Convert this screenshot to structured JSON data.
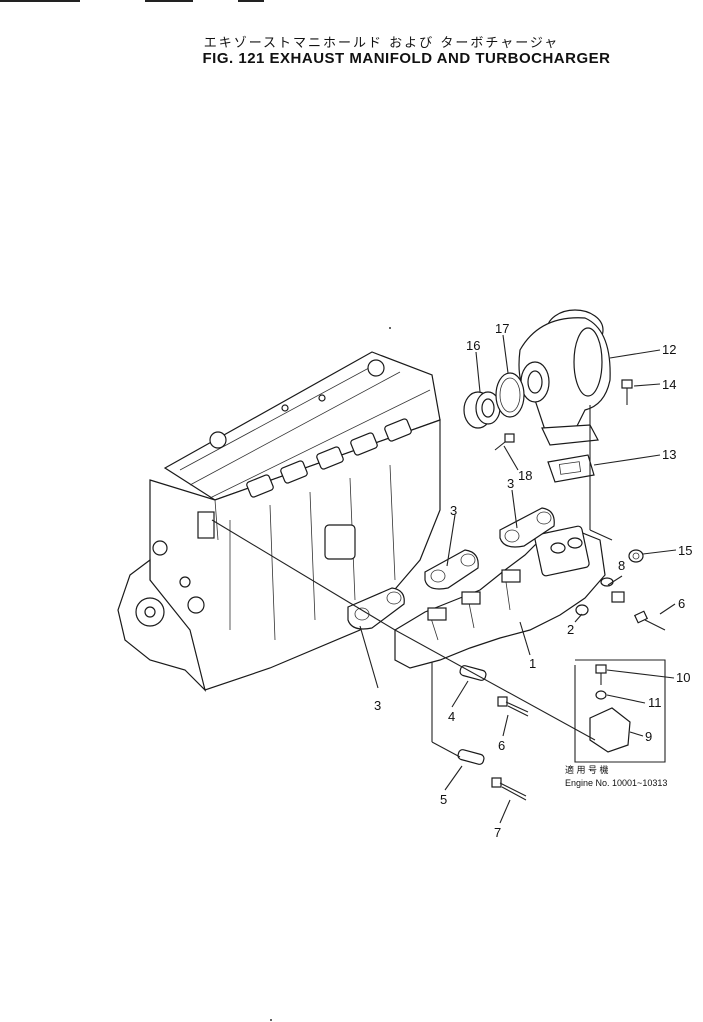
{
  "header": {
    "title_jp": "エキゾーストマニホールド および ターボチャージャ",
    "title_en": "FIG. 121  EXHAUST MANIFOLD AND TURBOCHARGER"
  },
  "callouts": [
    {
      "id": "1",
      "label": "1"
    },
    {
      "id": "2",
      "label": "2"
    },
    {
      "id": "3a",
      "label": "3"
    },
    {
      "id": "3b",
      "label": "3"
    },
    {
      "id": "3c",
      "label": "3"
    },
    {
      "id": "4",
      "label": "4"
    },
    {
      "id": "5",
      "label": "5"
    },
    {
      "id": "6a",
      "label": "6"
    },
    {
      "id": "6b",
      "label": "6"
    },
    {
      "id": "7",
      "label": "7"
    },
    {
      "id": "8",
      "label": "8"
    },
    {
      "id": "9",
      "label": "9"
    },
    {
      "id": "10",
      "label": "10"
    },
    {
      "id": "11",
      "label": "11"
    },
    {
      "id": "12",
      "label": "12"
    },
    {
      "id": "13",
      "label": "13"
    },
    {
      "id": "14",
      "label": "14"
    },
    {
      "id": "15",
      "label": "15"
    },
    {
      "id": "16",
      "label": "16"
    },
    {
      "id": "17",
      "label": "17"
    },
    {
      "id": "18",
      "label": "18"
    }
  ],
  "applicability": {
    "jp": "適 用 号 機",
    "engine": "Engine No. 10001~10313"
  }
}
